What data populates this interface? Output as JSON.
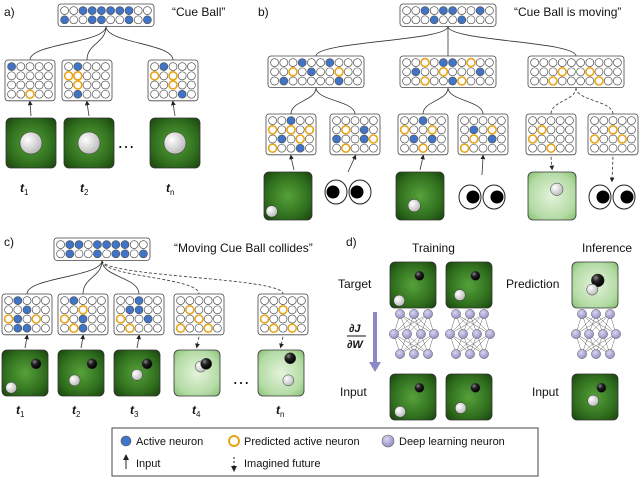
{
  "panels": {
    "a": {
      "label": "a)",
      "quote": "“Cue Ball”",
      "time_labels": [
        {
          "base": "t",
          "sub": "1"
        },
        {
          "base": "t",
          "sub": "2"
        },
        {
          "base": "t",
          "sub": "n"
        }
      ],
      "ellipsis": "…"
    },
    "b": {
      "label": "b)",
      "quote": "“Cue Ball is moving”"
    },
    "c": {
      "label": "c)",
      "quote": "“Moving Cue Ball collides”",
      "time_labels": [
        {
          "base": "t",
          "sub": "1"
        },
        {
          "base": "t",
          "sub": "2"
        },
        {
          "base": "t",
          "sub": "3"
        },
        {
          "base": "t",
          "sub": "4"
        },
        {
          "base": "t",
          "sub": "n"
        }
      ],
      "ellipsis": "…"
    },
    "d": {
      "label": "d)",
      "training": "Training",
      "inference": "Inference",
      "target": "Target",
      "prediction": "Prediction",
      "input_left": "Input",
      "input_right": "Input",
      "gradient_num": "∂J",
      "gradient_den": "∂W"
    }
  },
  "legend": {
    "active_neuron": "Active neuron",
    "predicted_active_neuron": "Predicted active neuron",
    "deep_learning_neuron": "Deep learning neuron",
    "input": "Input",
    "imagined_future": "Imagined future"
  },
  "colors": {
    "active": "#3f74c9",
    "predicted": "#e8a417",
    "deep": "#a9a6d4",
    "green_dark": "#2e6b1c",
    "green_light": "#a8d49a"
  }
}
